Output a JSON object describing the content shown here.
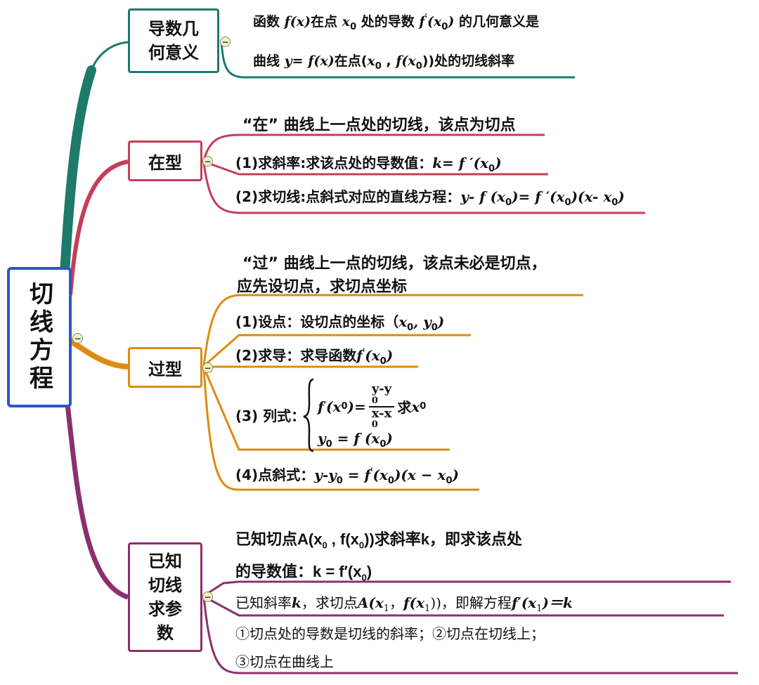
{
  "colors": {
    "root": "#2f55c6",
    "geometric": "#1e7a6a",
    "zai": "#c63d5a",
    "guo": "#dd8b12",
    "param": "#8c2f6e"
  },
  "root": {
    "label": "切线方程"
  },
  "branch_geometric": {
    "label_line1": "导数几",
    "label_line2": "何意义",
    "l1_a": "函数 ",
    "l1_fx": "f(x)",
    "l1_b": "在点 ",
    "l1_x0": "x",
    "l1_0": "0",
    "l1_c": " 处的导数 ",
    "l1_f": "f",
    "l1_prime": "′",
    "l1_arg": "(x",
    "l1_arg0": "0",
    "l1_argclose": ")",
    "l1_d": " 的几何意义是",
    "l2_a": "曲线 ",
    "l2_y": "y= f(x)",
    "l2_b": "在点(",
    "l2_x": "x",
    "l2_x0": "0",
    "l2_c": " , ",
    "l2_fx": "f(x",
    "l2_fx0": "0",
    "l2_d": "))处的切线斜率"
  },
  "branch_zai": {
    "label": "在型",
    "heading": "“在” 曲线上一点处的切线，该点为切点",
    "s1_a": "(1)求斜率:求该点处的导数值：",
    "s1_m": "k= f ′(x",
    "s1_0": "0",
    "s1_c": ")",
    "s2_a": "(2)求切线:点斜式对应的直线方程：",
    "s2_m": "y- f (x",
    "s2_0a": "0",
    "s2_m2": ")= f ′(x",
    "s2_0b": "0",
    "s2_m3": ")(x- x",
    "s2_0c": "0",
    "s2_m4": ")"
  },
  "branch_guo": {
    "label": "过型",
    "heading1": "“过” 曲线上一点的切线，该点未必是切点，",
    "heading2": "应先设切点，求切点坐标",
    "s1_a": "(1)设点：设切点的坐标（",
    "s1_m": "x",
    "s1_0": "0",
    "s1_m2": ", y",
    "s1_1": "0",
    "s1_c": ")",
    "s2_a": "(2)求导：求导函数",
    "s2_f": "f",
    "s2_prime": "′",
    "s2_m": "(x",
    "s2_0": "0",
    "s2_c": ")",
    "s3_a": "(3) 列式：",
    "s3_f": "f",
    "s3_prime": "′",
    "s3_m": "(x",
    "s3_0": "0",
    "s3_eq": ")=",
    "s3_num": "y-y",
    "s3_num0": "0",
    "s3_den": "x-x",
    "s3_den0": "0",
    "s3_b": " 求",
    "s3_x": "x",
    "s3_x0": "0",
    "s3_y": "y",
    "s3_y0": "0",
    "s3_eq2": " = f (x",
    "s3_eq2_0": "0",
    "s3_eq2c": ")",
    "s4_a": "(4)点斜式：",
    "s4_m": "y-y",
    "s4_0": "0",
    "s4_m2": " = f",
    "s4_prime": "′",
    "s4_m3": "(x",
    "s4_1": "0",
    "s4_m4": ")(x − x",
    "s4_2": "0",
    "s4_m5": ")"
  },
  "branch_param": {
    "label_line1": "已知",
    "label_line2": "切线",
    "label_line3": "求参",
    "label_line4": "数",
    "l1_a": "已知切点A(x",
    "l1_0": "0",
    "l1_b": " , f(x",
    "l1_0b": "0",
    "l1_c": "))求斜率k，即求该点处",
    "l2": "的导数值：k = f′(x",
    "l2_0": "0",
    "l2_c": ")",
    "l3_a": "已知斜率",
    "l3_k": "k",
    "l3_b": "，求切点",
    "l3_A": "A(x",
    "l3_1": "1",
    "l3_c": "，",
    "l3_f": "f(x",
    "l3_1b": "1",
    "l3_d": "))，即解方程",
    "l3_eq": "f′(x",
    "l3_1c": "1",
    "l3_e": ")＝k",
    "l4": "①切点处的导数是切线的斜率；②切点在切线上；",
    "l5": "③切点在曲线上"
  }
}
